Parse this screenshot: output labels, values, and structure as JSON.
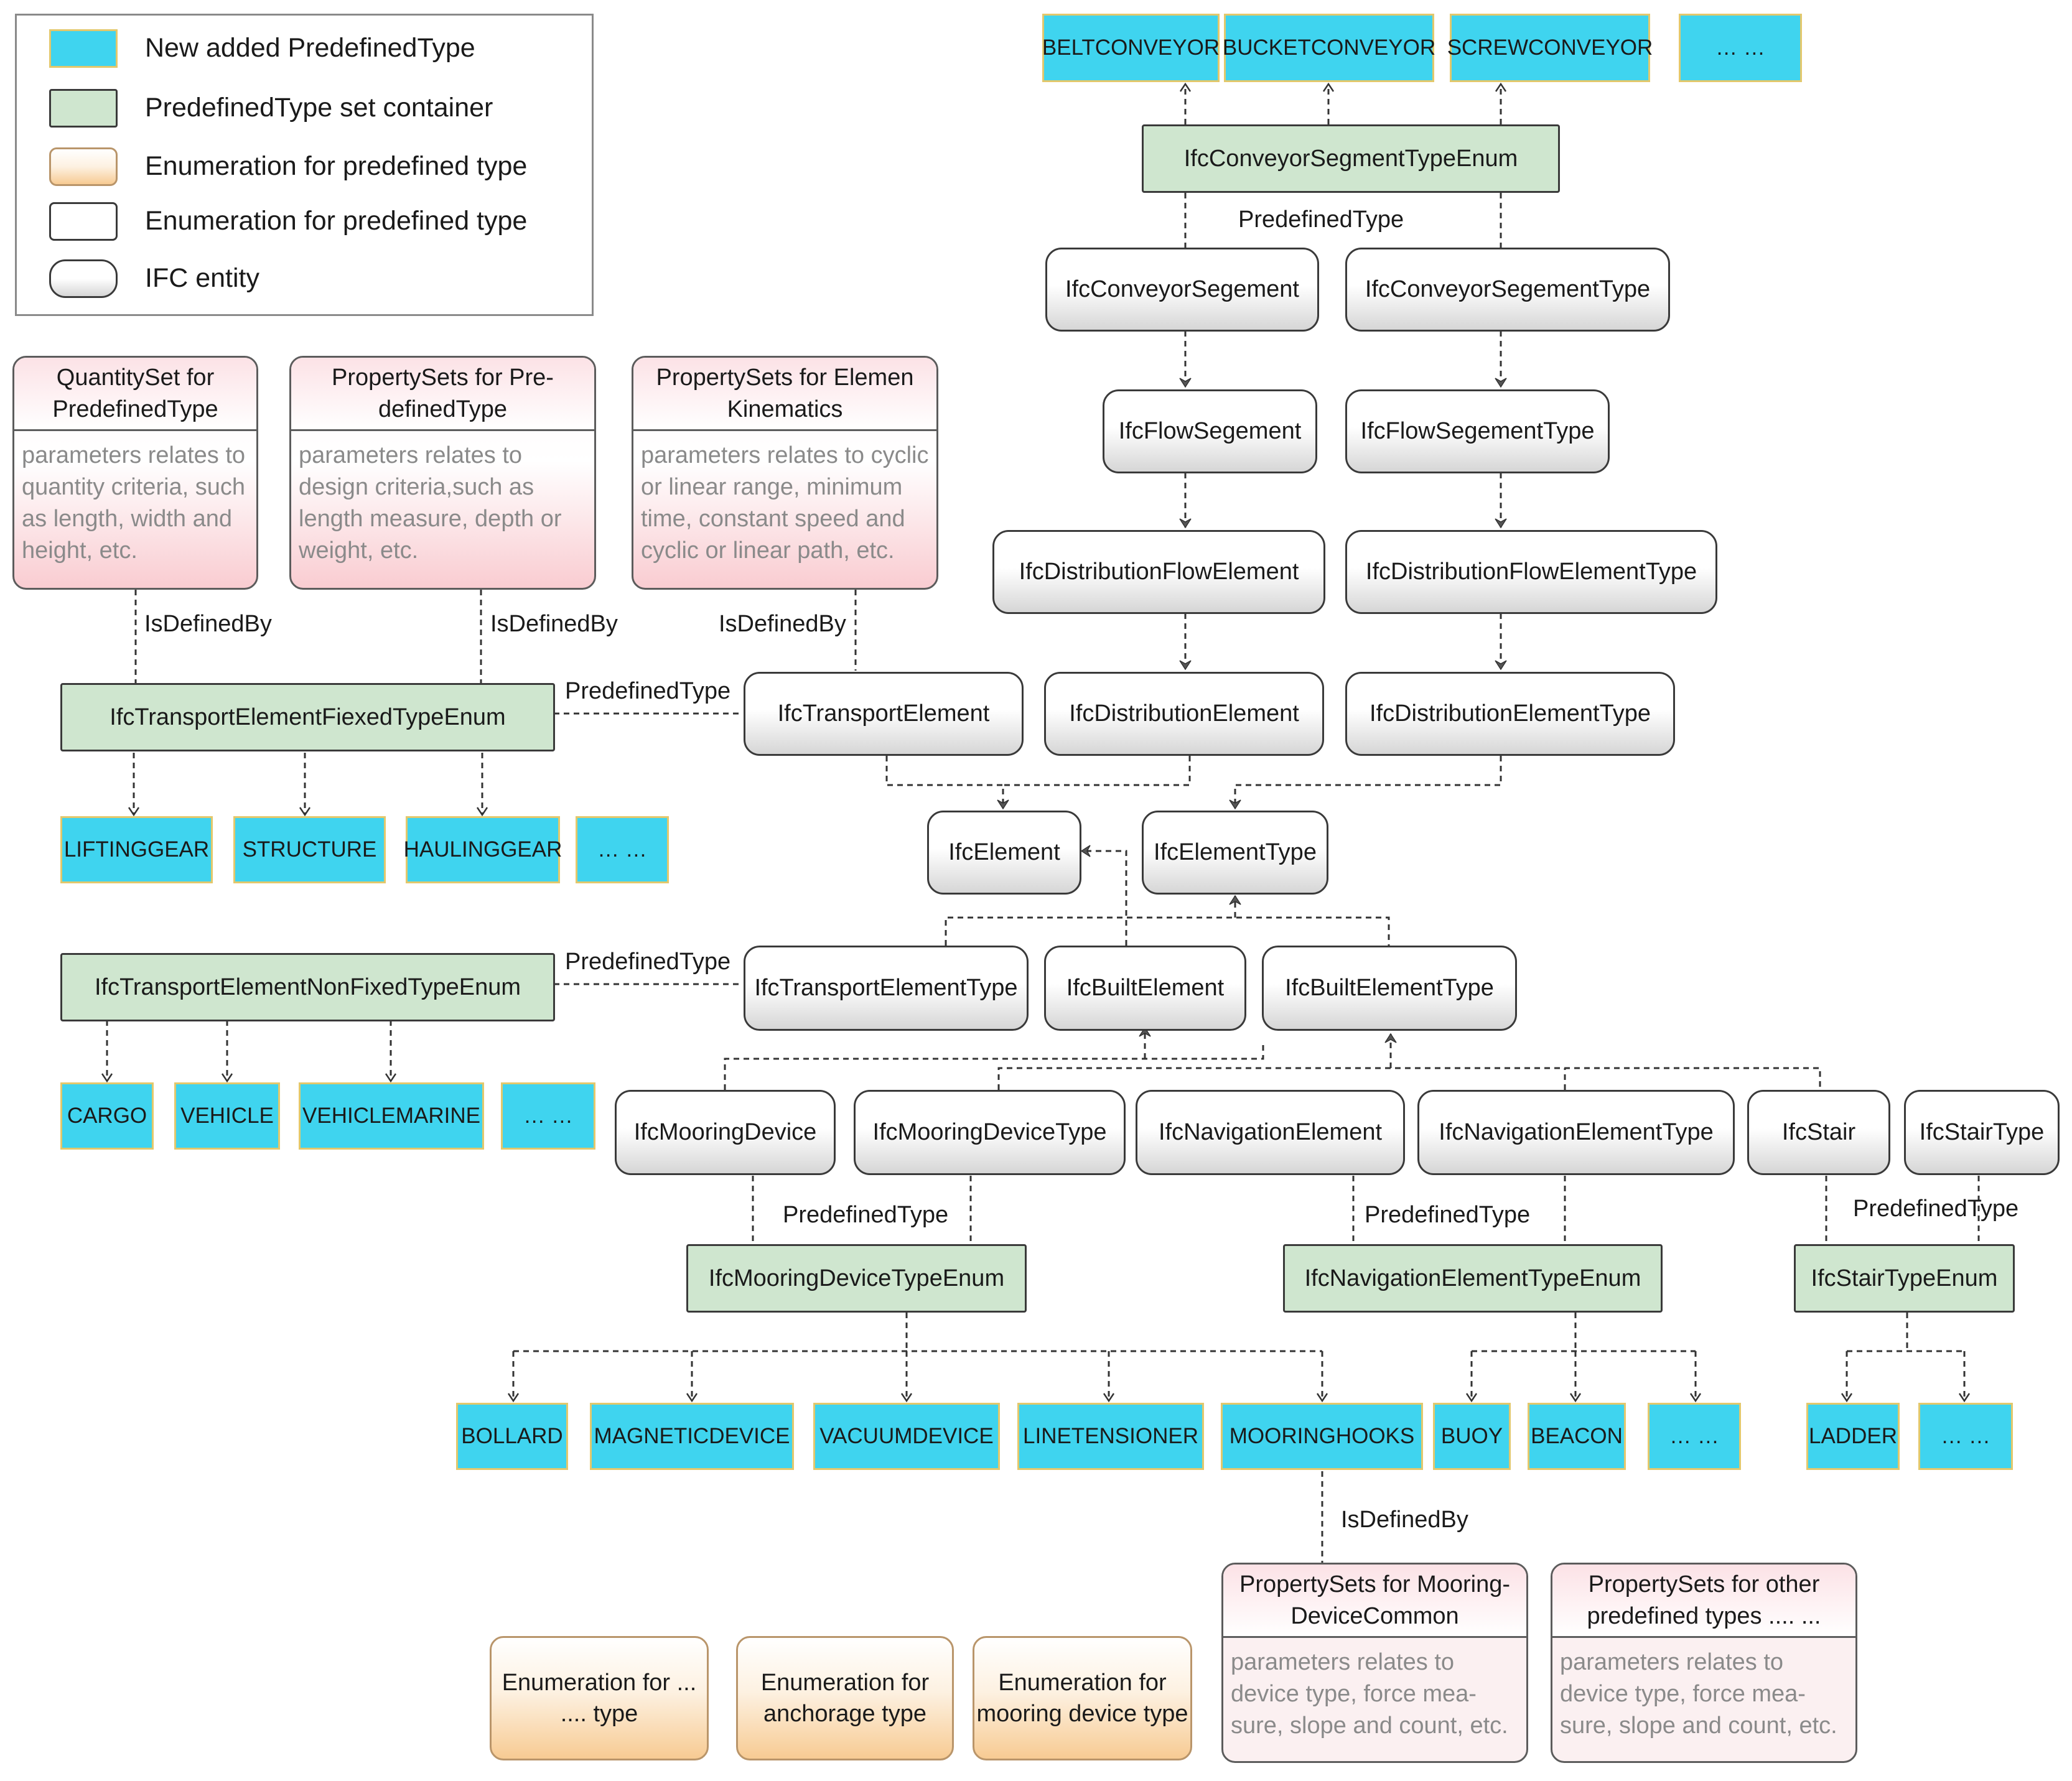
{
  "legend": {
    "items": [
      {
        "label": "New added PredefinedType"
      },
      {
        "label": "PredefinedType set container"
      },
      {
        "label": "Enumeration for predefined type"
      },
      {
        "label": "Enumeration for predefined type"
      },
      {
        "label": "IFC entity"
      }
    ]
  },
  "entities": {
    "conveyor_segment": "IfcConveyorSegement",
    "conveyor_segment_type": "IfcConveyorSegementType",
    "flow_segment": "IfcFlowSegement",
    "flow_segment_type": "IfcFlowSegementType",
    "distribution_flow_element": "IfcDistributionFlowElement",
    "distribution_flow_element_type": "IfcDistributionFlowElementType",
    "transport_element": "IfcTransportElement",
    "distribution_element": "IfcDistributionElement",
    "distribution_element_type": "IfcDistributionElementType",
    "element": "IfcElement",
    "element_type": "IfcElementType",
    "transport_element_type": "IfcTransportElementType",
    "built_element": "IfcBuiltElement",
    "built_element_type": "IfcBuiltElementType",
    "mooring_device": "IfcMooringDevice",
    "mooring_device_type": "IfcMooringDeviceType",
    "navigation_element": "IfcNavigationElement",
    "navigation_element_type": "IfcNavigationElementType",
    "stair": "IfcStair",
    "stair_type": "IfcStairType"
  },
  "enums": {
    "conveyor_segment": "IfcConveyorSegmentTypeEnum",
    "transport_fixed": "IfcTransportElementFiexedTypeEnum",
    "transport_nonfixed": "IfcTransportElementNonFixedTypeEnum",
    "mooring_device": "IfcMooringDeviceTypeEnum",
    "navigation_element": "IfcNavigationElementTypeEnum",
    "stair": "IfcStairTypeEnum"
  },
  "predefined_types": {
    "conveyor": [
      "BELTCONVEYOR",
      "BUCKETCONVEYOR",
      "SCREWCONVEYOR",
      "… …"
    ],
    "transport_fixed": [
      "LIFTINGGEAR",
      "STRUCTURE",
      "HAULINGGEAR",
      "… …"
    ],
    "transport_nonfixed": [
      "CARGO",
      "VEHICLE",
      "VEHICLEMARINE",
      "… …"
    ],
    "mooring": [
      "BOLLARD",
      "MAGNETICDEVICE",
      "VACUUMDEVICE",
      "LINETENSIONER",
      "MOORINGHOOKS"
    ],
    "navigation": [
      "BUOY",
      "BEACON",
      "… …"
    ],
    "stair": [
      "LADDER",
      "… …"
    ]
  },
  "property_sets": {
    "quantity": {
      "title": "QuantitySet for PredefinedType",
      "body": "parameters relates to quantity criteria, such as length, width and height, etc."
    },
    "predefined": {
      "title": "PropertySets for Pre-definedType",
      "body": "parameters relates to design criteria,such as length measure, depth or weight, etc."
    },
    "kinematics": {
      "title": "PropertySets for Elemen Kinematics",
      "body": "parameters relates to cyclic or linear range, minimum time, constant speed and cyclic or linear path, etc."
    },
    "mooring_common": {
      "title": "PropertySets for Mooring-DeviceCommon",
      "body": "parameters relates to device type, force mea-sure, slope and count, etc."
    },
    "other": {
      "title": "PropertySets for other predefined types .... ...",
      "body": "parameters relates to device type, force mea-sure, slope and count, etc."
    }
  },
  "enumerations": [
    "Enumeration for ... .... type",
    "Enumeration for anchorage type",
    "Enumeration for mooring device type"
  ],
  "relations": {
    "predefined_type": "PredefinedType",
    "is_defined_by": "IsDefinedBy"
  },
  "colors": {
    "new_predefined_type": "#3fd4ef",
    "container": "#cfe6cf",
    "enumeration_orange": "#f7cb93",
    "property_set_pink": "#f9ccd1",
    "entity_gray": "#d6d6d6"
  }
}
